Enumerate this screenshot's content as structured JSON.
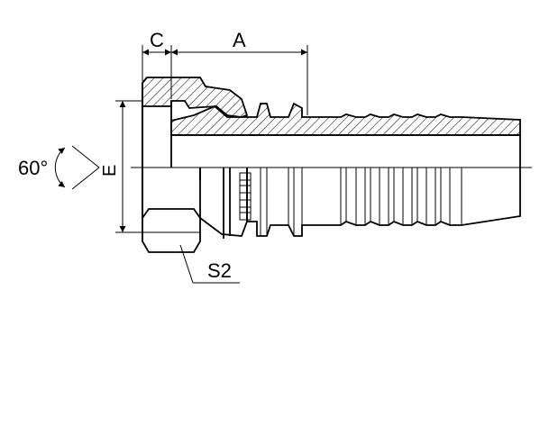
{
  "dimensions": {
    "c_label": "C",
    "a_label": "A",
    "e_label": "E",
    "s2_label": "S2",
    "angle_label": "60°"
  }
}
